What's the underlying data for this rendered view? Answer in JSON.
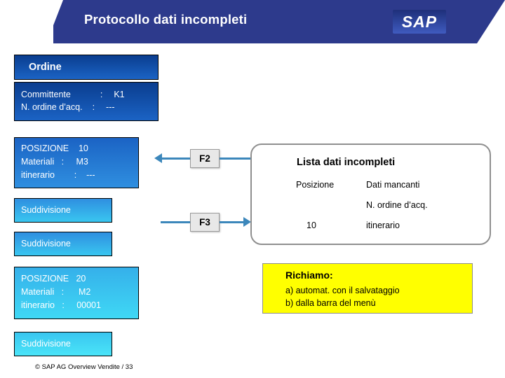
{
  "header": {
    "title": "Protocollo dati incompleti",
    "logo": "SAP"
  },
  "order_block": {
    "heading": "Ordine",
    "committente_label": "Committente",
    "committente_sep": ":",
    "committente_value": "K1",
    "ordine_acq_label": "N. ordine d’acq.",
    "ordine_acq_sep": ":",
    "ordine_acq_value": "---"
  },
  "position_10": {
    "line1": "POSIZIONE    10",
    "line2": "Materiali   :     M3",
    "line3": "itinerario        :    ---"
  },
  "position_20": {
    "line1": "POSIZIONE   20",
    "line2": "Materiali   :      M2",
    "line3": "itinerario   :     00001"
  },
  "subdivisions": {
    "item1": "Suddivisione",
    "item2": "Suddivisione",
    "item3": "Suddivisione"
  },
  "keys": {
    "f2": "F2",
    "f3": "F3"
  },
  "incomplete_list": {
    "title": "Lista dati incompleti",
    "col_header_1": "Posizione",
    "col_header_2": "Dati mancanti",
    "rows": [
      {
        "posizione": "",
        "dati": "N. ordine d’acq."
      },
      {
        "posizione": "10",
        "dati": "itinerario"
      }
    ]
  },
  "note": {
    "title": "Richiamo:",
    "line_a": "a)  automat. con il salvataggio",
    "line_b": "b)  dalla barra del menù"
  },
  "footer": {
    "text": "©  SAP AG Overview Vendite  / 33"
  },
  "colors": {
    "header_band": "#2d3a8c",
    "note_bg": "#ffff00",
    "arrow": "#3c87bb"
  }
}
